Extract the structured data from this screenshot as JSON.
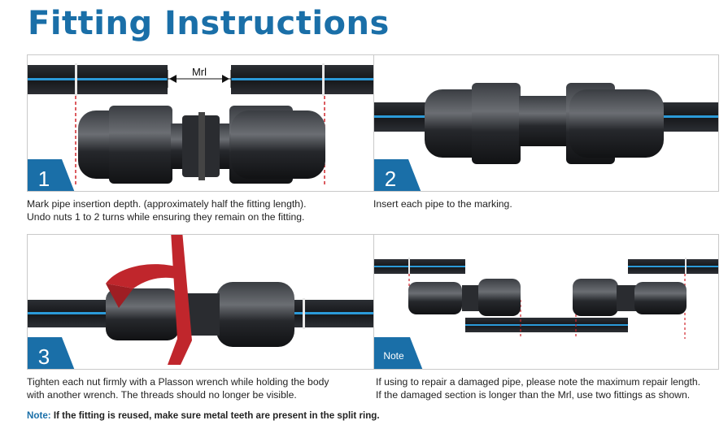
{
  "title": "Fitting Instructions",
  "measure_label": "Mrl",
  "steps": [
    {
      "badge": "1",
      "caption_line1": "Mark pipe insertion depth. (approximately half the fitting length).",
      "caption_line2": "Undo nuts 1 to 2 turns while ensuring they remain on the fitting."
    },
    {
      "badge": "2",
      "caption_line1": "Insert each pipe to the marking.",
      "caption_line2": ""
    },
    {
      "badge": "3",
      "caption_line1": "Tighten each nut firmly with a Plasson wrench while holding the body",
      "caption_line2": "with another wrench. The threads should no longer be visible."
    },
    {
      "badge": "Note",
      "caption_line1": "If using to repair a damaged pipe, please note the maximum repair length.",
      "caption_line2": "If the damaged section is longer than the Mrl, use two fittings as shown."
    }
  ],
  "note": {
    "label": "Note:",
    "text": "If the fitting is reused, make sure metal teeth are present in the split ring."
  },
  "colors": {
    "title": "#1a6fa8",
    "badge": "#1a6fa8",
    "pipe": "#1c1f24",
    "stripe": "#2b9ad8",
    "marker": "#d0262c",
    "wrench": "#c0262c"
  }
}
